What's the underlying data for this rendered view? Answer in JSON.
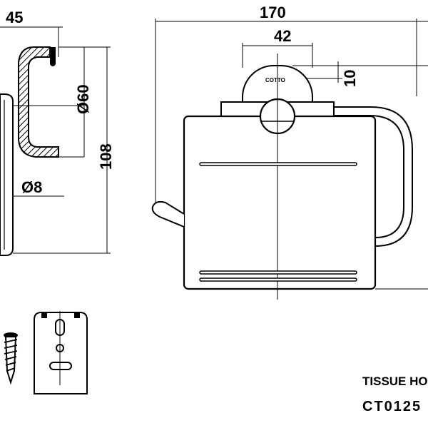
{
  "dimensions": {
    "side_depth": "45",
    "front_width": "170",
    "mount_width": "42",
    "mount_offset": "10",
    "roll_diameter": "Ø60",
    "side_height": "108",
    "bar_diameter": "Ø8"
  },
  "brand_mark": "COTTO",
  "title_block": {
    "product_name": "TISSUE HO",
    "model_code": "CT0125"
  }
}
